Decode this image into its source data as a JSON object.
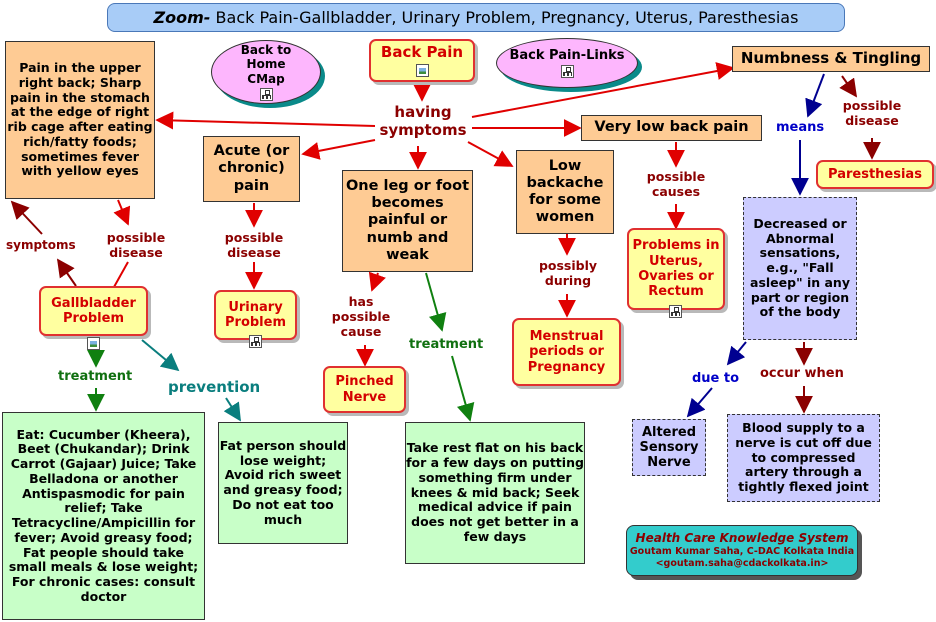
{
  "title": {
    "zoom": "Zoom-",
    "rest": " Back Pain-Gallbladder, Urinary Problem, Pregnancy, Uterus, Paresthesias"
  },
  "nodes": {
    "back_pain": "Back Pain",
    "back_to_home": "Back to Home CMap",
    "back_pain_links": "Back Pain-Links",
    "numbness": "Numbness & Tingling",
    "having_symptoms": "having symptoms",
    "upper_right_back": "Pain in the upper right back; Sharp pain in the stomach at the edge of right rib cage after eating rich/fatty foods; sometimes fever with yellow eyes",
    "acute_chronic": "Acute (or chronic) pain",
    "one_leg": "One leg or foot becomes painful or numb and weak",
    "low_backache": "Low backache for some women",
    "very_low": "Very low back pain",
    "paresthesias": "Paresthesias",
    "decreased": "Decreased or Abnormal sensations, e.g., \"Fall  asleep\" in any part or region of the body",
    "gallbladder": "Gallbladder Problem",
    "urinary": "Urinary Problem",
    "pinched": "Pinched Nerve",
    "menstrual": "Menstrual periods or Pregnancy",
    "problems_uterus": "Problems in Uterus, Ovaries or Rectum",
    "eat": "Eat: Cucumber (Kheera), Beet (Chukandar); Drink Carrot (Gajaar) Juice; Take Belladona or another Antispasmodic for pain relief; Take Tetracycline/Ampicillin for fever; Avoid greasy food; Fat people should take small meals & lose weight; For chronic cases: consult doctor",
    "fat_person": "Fat person should lose weight; Avoid rich sweet and greasy food; Do not eat too much",
    "take_rest": "Take rest flat on his back for a few days on putting something firm under knees & mid back; Seek medical advice if pain does not get better in a few days",
    "altered": "Altered Sensory Nerve",
    "blood_supply": "Blood supply to a nerve is cut off due to compressed artery through a tightly flexed joint"
  },
  "links": {
    "symptoms": "symptoms",
    "possible_disease_1": "possible disease",
    "possible_disease_2": "possible disease",
    "possible_disease_3": "possible disease",
    "has_possible_cause": "has possible cause",
    "treatment_1": "treatment",
    "treatment_2": "treatment",
    "prevention": "prevention",
    "possibly_during": "possibly during",
    "possible_causes": "possible causes",
    "means": "means",
    "due_to": "due to",
    "occur_when": "occur when"
  },
  "footer": {
    "title": "Health Care Knowledge System",
    "line1": "Goutam Kumar Saha, C-DAC Kolkata India",
    "line2": "<goutam.saha@cdackolkata.in>"
  },
  "colors": {
    "red_arrow": "#e00000",
    "dark_red_arrow": "#8b0000",
    "green_arrow": "#108010",
    "teal_arrow": "#0a7e7e",
    "blue_arrow": "#000090",
    "title_bg": "#a8ccf7",
    "footer_bg": "#33cccc"
  },
  "icons": [
    "image-icon",
    "concept-map-icon"
  ]
}
